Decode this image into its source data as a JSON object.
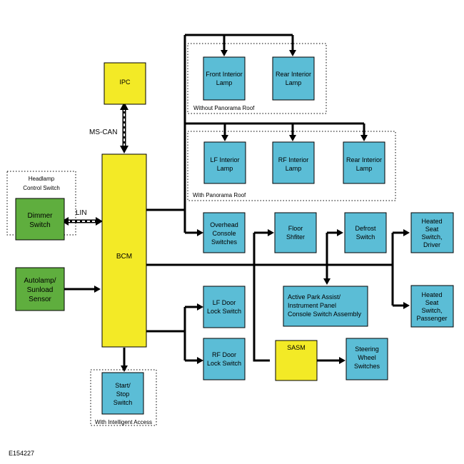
{
  "colors": {
    "module_blue": "#5bbdd6",
    "module_yellow": "#f3ea26",
    "module_green": "#5fae3e",
    "line": "#000000"
  },
  "modules": {
    "ipc": "IPC",
    "bcm": "BCM",
    "dimmer": [
      "Dimmer",
      "Switch"
    ],
    "autolamp": [
      "Autolamp/",
      "Sunload",
      "Sensor"
    ],
    "start_stop": [
      "Start/",
      "Stop",
      "Switch"
    ],
    "front_interior_lamp": [
      "Front Interior",
      "Lamp"
    ],
    "rear_interior_lamp_top": [
      "Rear Interior",
      "Lamp"
    ],
    "lf_interior_lamp": [
      "LF Interior",
      "Lamp"
    ],
    "rf_interior_lamp": [
      "RF Interior",
      "Lamp"
    ],
    "rear_interior_lamp_mid": [
      "Rear Interior",
      "Lamp"
    ],
    "overhead_console": [
      "Overhead",
      "Console",
      "Switches"
    ],
    "floor_shifter": [
      "Floor",
      "Shfiter"
    ],
    "defrost_switch": [
      "Defrost",
      "Switch"
    ],
    "heated_seat_driver": [
      "Heated",
      "Seat",
      "Switch,",
      "Driver"
    ],
    "heated_seat_passenger": [
      "Heated",
      "Seat",
      "Switch,",
      "Passenger"
    ],
    "active_park_assist": [
      "Active Park Assist/",
      "Instrument Panel",
      "Console Switch Assembly"
    ],
    "lf_door_lock": [
      "LF Door",
      "Lock Switch"
    ],
    "rf_door_lock": [
      "RF Door",
      "Lock Switch"
    ],
    "sasm": "SASM",
    "steering_wheel_switches": [
      "Steering",
      "Wheel",
      "Switches"
    ]
  },
  "groups": {
    "without_panorama": "Without Panorama Roof",
    "with_panorama": "With Panorama Roof",
    "headlamp_control": [
      "Headlamp",
      "Control Switch"
    ],
    "intelligent_access": "With Intelligent Access"
  },
  "links": {
    "ms_can": "MS-CAN",
    "lin": "LIN"
  },
  "figure_ref": "E154227"
}
